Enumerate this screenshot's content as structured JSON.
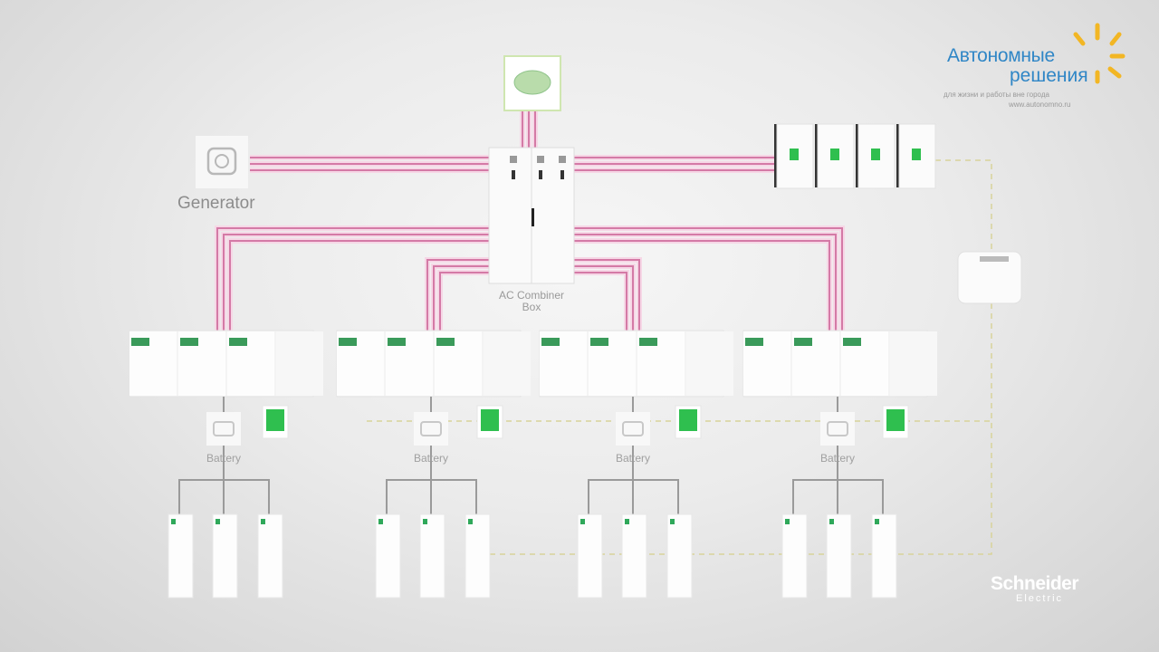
{
  "nodes": {
    "generator": "Generator",
    "ac_combiner_line1": "AC Combiner",
    "ac_combiner_line2": "Box",
    "battery": "Battery"
  },
  "banks": [
    {
      "battery_label": "Battery"
    },
    {
      "battery_label": "Battery"
    },
    {
      "battery_label": "Battery"
    },
    {
      "battery_label": "Battery"
    }
  ],
  "logo": {
    "line1": "Автономные",
    "line2": "решения",
    "tagline": "для жизни и работы вне города",
    "url": "www.autonomno.ru"
  },
  "brand": {
    "name": "Schneider",
    "sub": "Electric"
  },
  "colors": {
    "ac_cable": "#d47aa6",
    "dc_cable": "#9a9a9a",
    "comm_dashed": "#d8d39a",
    "display_green": "#2fbf4f",
    "logo_blue": "#2f86c6",
    "logo_sun": "#f2b624"
  },
  "icons": [
    "brain-icon",
    "generator-icon",
    "battery-icon"
  ]
}
